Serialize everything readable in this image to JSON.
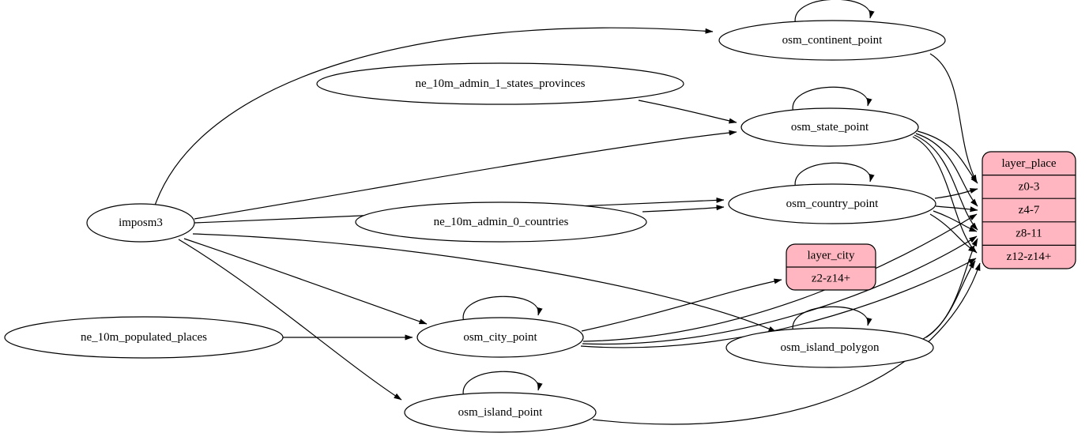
{
  "diagram": {
    "background": "#ffffff",
    "ellipse_fill": "#ffffff",
    "record_fill": "#ffb6c1",
    "stroke_color": "#000000"
  },
  "nodes": [
    {
      "id": "imposm3",
      "shape": "ellipse",
      "label": "imposm3"
    },
    {
      "id": "ne_10m_admin_1_states_provinces",
      "shape": "ellipse",
      "label": "ne_10m_admin_1_states_provinces"
    },
    {
      "id": "ne_10m_admin_0_countries",
      "shape": "ellipse",
      "label": "ne_10m_admin_0_countries"
    },
    {
      "id": "ne_10m_populated_places",
      "shape": "ellipse",
      "label": "ne_10m_populated_places"
    },
    {
      "id": "osm_continent_point",
      "shape": "ellipse",
      "label": "osm_continent_point"
    },
    {
      "id": "osm_state_point",
      "shape": "ellipse",
      "label": "osm_state_point"
    },
    {
      "id": "osm_country_point",
      "shape": "ellipse",
      "label": "osm_country_point"
    },
    {
      "id": "osm_city_point",
      "shape": "ellipse",
      "label": "osm_city_point"
    },
    {
      "id": "osm_island_polygon",
      "shape": "ellipse",
      "label": "osm_island_polygon"
    },
    {
      "id": "osm_island_point",
      "shape": "ellipse",
      "label": "osm_island_point"
    },
    {
      "id": "layer_city",
      "shape": "record",
      "header": "layer_city",
      "rows": [
        "z2-z14+"
      ]
    },
    {
      "id": "layer_place",
      "shape": "record",
      "header": "layer_place",
      "rows": [
        "z0-3",
        "z4-7",
        "z8-11",
        "z12-z14+"
      ]
    }
  ],
  "edges": [
    {
      "from": "imposm3",
      "to": "osm_continent_point"
    },
    {
      "from": "imposm3",
      "to": "osm_state_point"
    },
    {
      "from": "imposm3",
      "to": "osm_country_point"
    },
    {
      "from": "imposm3",
      "to": "osm_city_point"
    },
    {
      "from": "imposm3",
      "to": "osm_island_polygon"
    },
    {
      "from": "imposm3",
      "to": "osm_island_point"
    },
    {
      "from": "ne_10m_admin_1_states_provinces",
      "to": "osm_state_point"
    },
    {
      "from": "ne_10m_admin_0_countries",
      "to": "osm_country_point"
    },
    {
      "from": "ne_10m_populated_places",
      "to": "osm_city_point"
    },
    {
      "from": "osm_continent_point",
      "to": "osm_continent_point"
    },
    {
      "from": "osm_state_point",
      "to": "osm_state_point"
    },
    {
      "from": "osm_country_point",
      "to": "osm_country_point"
    },
    {
      "from": "osm_city_point",
      "to": "osm_city_point"
    },
    {
      "from": "osm_island_polygon",
      "to": "osm_island_polygon"
    },
    {
      "from": "osm_island_point",
      "to": "osm_island_point"
    },
    {
      "from": "osm_city_point",
      "to": "layer_city",
      "to_row": "z2-z14+"
    },
    {
      "from": "osm_continent_point",
      "to": "layer_place",
      "to_row": "z0-3"
    },
    {
      "from": "osm_state_point",
      "to": "layer_place",
      "to_row": "z0-3"
    },
    {
      "from": "osm_state_point",
      "to": "layer_place",
      "to_row": "z4-7"
    },
    {
      "from": "osm_state_point",
      "to": "layer_place",
      "to_row": "z8-11"
    },
    {
      "from": "osm_state_point",
      "to": "layer_place",
      "to_row": "z12-z14+"
    },
    {
      "from": "osm_country_point",
      "to": "layer_place",
      "to_row": "z0-3"
    },
    {
      "from": "osm_country_point",
      "to": "layer_place",
      "to_row": "z4-7"
    },
    {
      "from": "osm_country_point",
      "to": "layer_place",
      "to_row": "z8-11"
    },
    {
      "from": "osm_country_point",
      "to": "layer_place",
      "to_row": "z12-z14+"
    },
    {
      "from": "osm_city_point",
      "to": "layer_place",
      "to_row": "z4-7"
    },
    {
      "from": "osm_city_point",
      "to": "layer_place",
      "to_row": "z8-11"
    },
    {
      "from": "osm_city_point",
      "to": "layer_place",
      "to_row": "z12-z14+"
    },
    {
      "from": "osm_island_polygon",
      "to": "layer_place",
      "to_row": "z8-11"
    },
    {
      "from": "osm_island_polygon",
      "to": "layer_place",
      "to_row": "z12-z14+"
    },
    {
      "from": "osm_island_point",
      "to": "layer_place",
      "to_row": "z12-z14+"
    }
  ]
}
